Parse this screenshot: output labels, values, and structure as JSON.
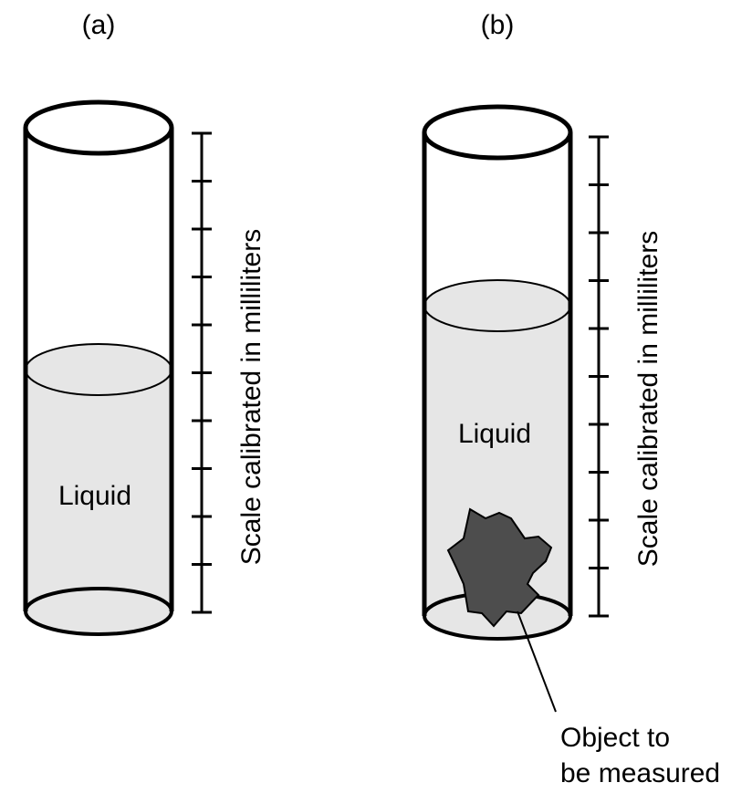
{
  "panels": [
    {
      "tag": "(a)",
      "liquid_label": "Liquid",
      "scale_label": "Scale calibrated in milliliters",
      "tick_count": 11
    },
    {
      "tag": "(b)",
      "liquid_label": "Liquid",
      "scale_label": "Scale calibrated in milliliters",
      "tick_count": 11
    }
  ],
  "callout": {
    "line1": "Object to",
    "line2": "be measured"
  },
  "colors": {
    "outline": "#000000",
    "liquid": "#e6e6e6",
    "object": "#4d4d4d",
    "background": "#ffffff"
  }
}
